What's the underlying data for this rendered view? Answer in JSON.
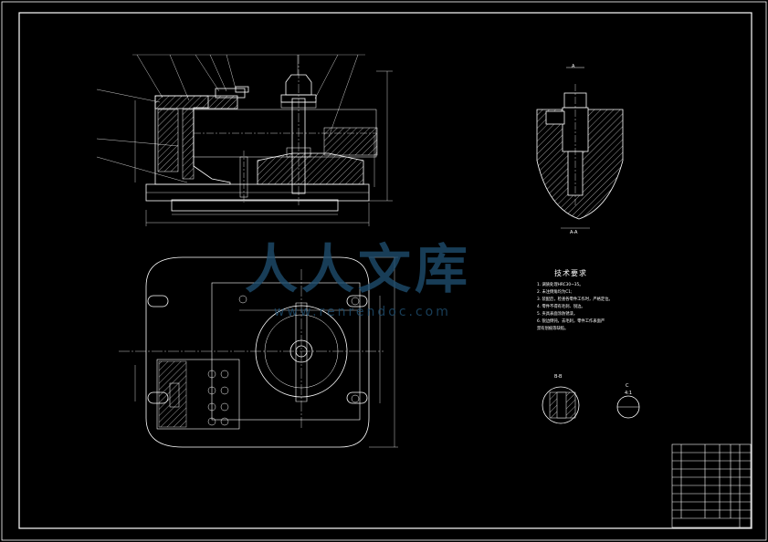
{
  "watermark": {
    "chinese": "人人文库",
    "url": "www.renrendoc.com"
  },
  "technical_requirements": {
    "title": "技术要求",
    "notes": [
      "1. 调质处理HRC30~35。",
      "2. 未注倒角均为C1;",
      "3. 装配后，检查各零件工作时，严格定位。",
      "4. 零件不得有毛刺、锐边。",
      "5. 夹具表面涂防锈漆。",
      "6. 锐边倒钝，去毛刺，零件工作表面严",
      "禁有划痕等缺陷。"
    ]
  },
  "view_labels": {
    "a_dir": "A",
    "a_section": "A-A",
    "b_section": "B-B",
    "c_section": "C",
    "view_scale": "4:1"
  },
  "colors": {
    "line": "#ffffff",
    "hatch": "#ffffff",
    "dim": "#ffffff",
    "background": "#000000",
    "watermark": "#1f4f70"
  }
}
